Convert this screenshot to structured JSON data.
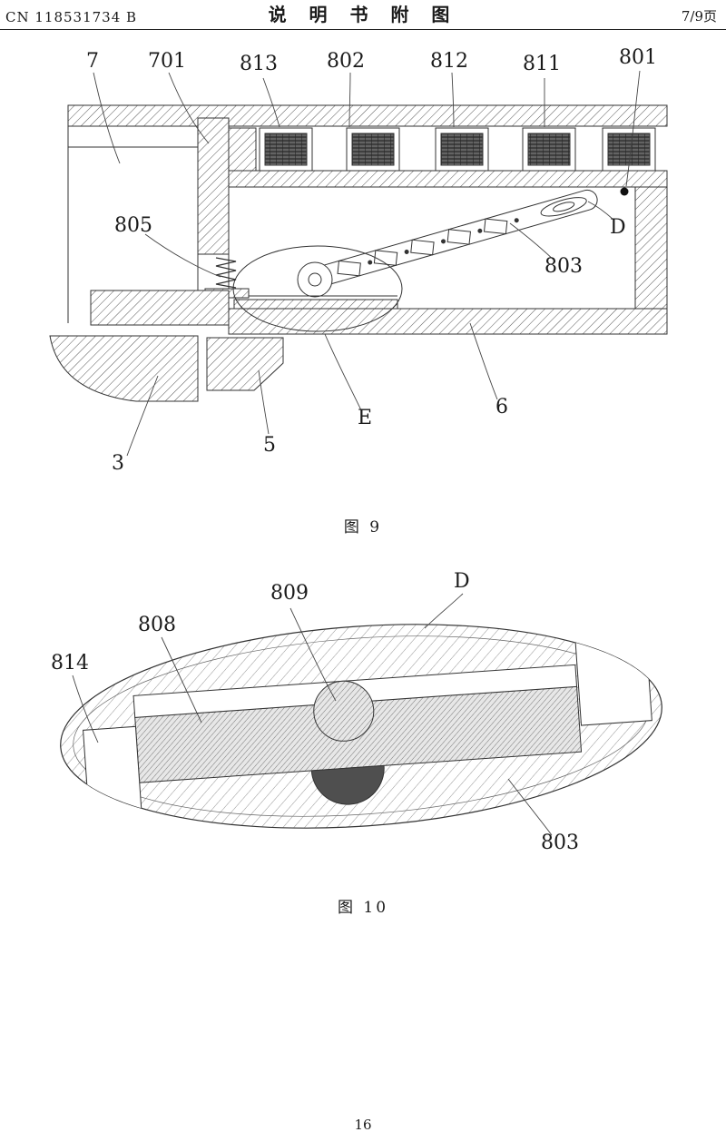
{
  "header": {
    "patent_number": "CN 118531734 B",
    "title": "说 明 书 附 图",
    "page_indicator": "7/9页"
  },
  "figure9": {
    "caption": "图  9",
    "labels": {
      "l7": "7",
      "l701": "701",
      "l813": "813",
      "l802": "802",
      "l812": "812",
      "l811": "811",
      "l801": "801",
      "l805": "805",
      "lD": "D",
      "l803": "803",
      "lE": "E",
      "l6": "6",
      "l5": "5",
      "l3": "3"
    }
  },
  "figure10": {
    "caption": "图  10",
    "labels": {
      "lD": "D",
      "l809": "809",
      "l808": "808",
      "l814": "814",
      "l803": "803"
    }
  },
  "footer": {
    "page_number": "16"
  }
}
